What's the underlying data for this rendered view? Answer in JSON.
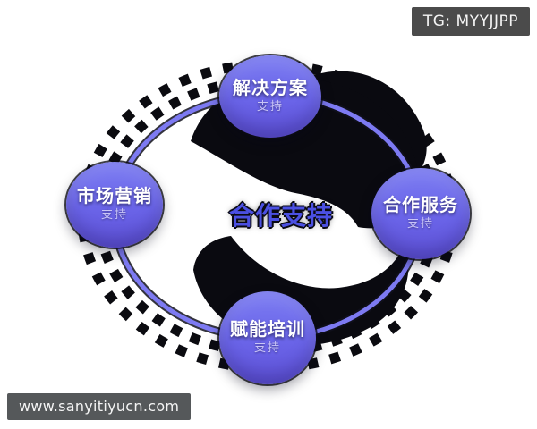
{
  "center": {
    "title": "合作支持"
  },
  "nodes": [
    {
      "id": "top",
      "title": "解决方案",
      "subtitle": "支持"
    },
    {
      "id": "left",
      "title": "市场营销",
      "subtitle": "支持"
    },
    {
      "id": "right",
      "title": "合作服务",
      "subtitle": "支持"
    },
    {
      "id": "bottom",
      "title": "赋能培训",
      "subtitle": "支持"
    }
  ],
  "badges": {
    "telegram": "TG: MYYJJPP",
    "website": "www.sanyitiyucn.com"
  },
  "colors": {
    "node_fill_top": "#7b7cf2",
    "node_fill_bottom": "#5f52d8",
    "orbit_ring": "#7d7af2",
    "center_title": "#4b50e2",
    "swirl": "#0a0a10",
    "badge_top_bg": "#4b4b4b",
    "badge_bottom_bg": "#55585a",
    "subtitle_text": "#c9c5f7"
  }
}
